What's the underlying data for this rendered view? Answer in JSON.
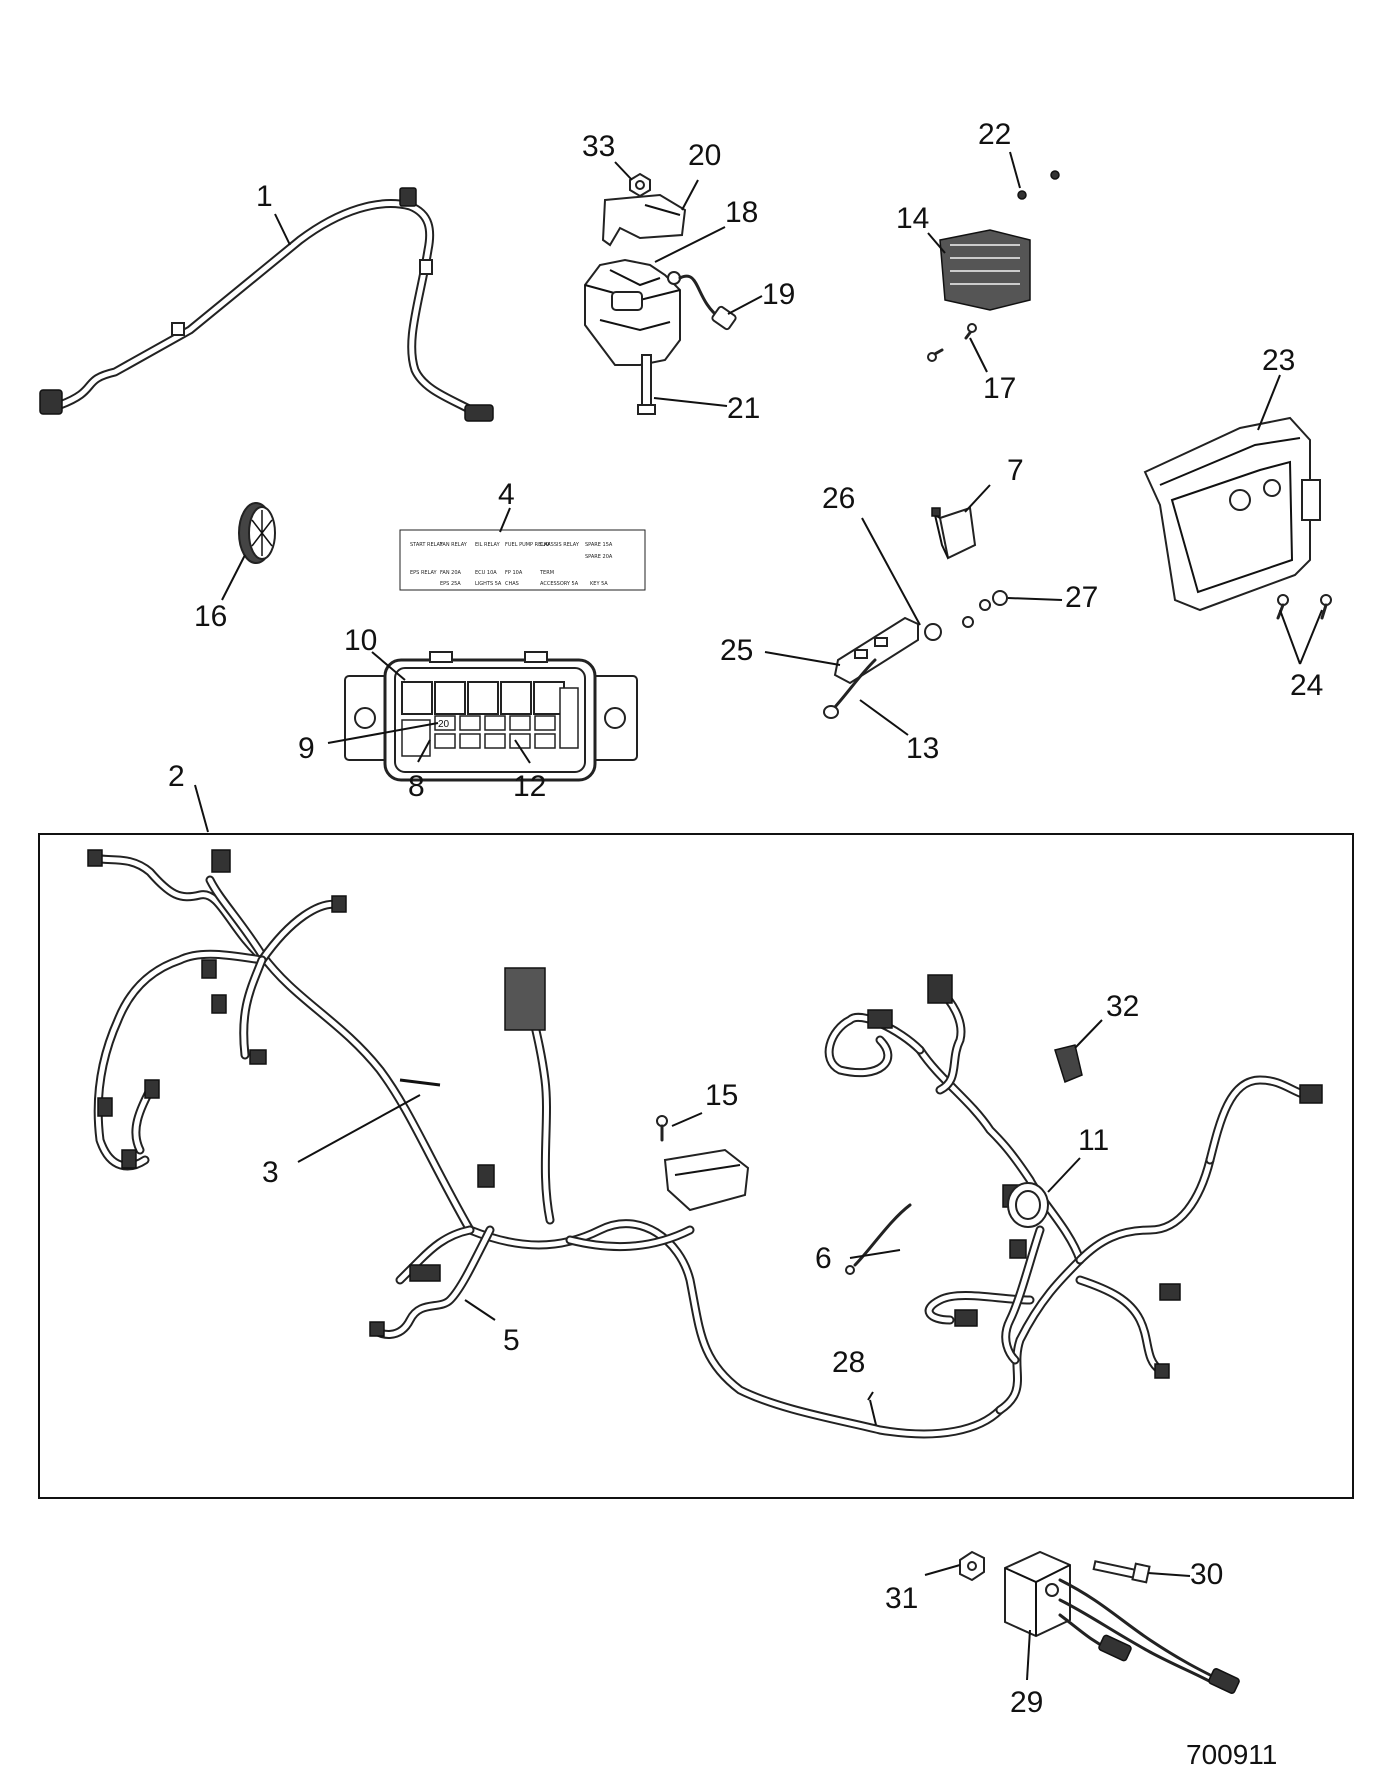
{
  "callouts": {
    "c1": "1",
    "c2": "2",
    "c3": "3",
    "c4": "4",
    "c5": "5",
    "c6": "6",
    "c7": "7",
    "c8": "8",
    "c9": "9",
    "c10": "10",
    "c11": "11",
    "c12": "12",
    "c13": "13",
    "c14": "14",
    "c15": "15",
    "c16": "16",
    "c17": "17",
    "c18": "18",
    "c19": "19",
    "c20": "20",
    "c21": "21",
    "c22": "22",
    "c23": "23",
    "c24": "24",
    "c25": "25",
    "c26": "26",
    "c27": "27",
    "c28": "28",
    "c29": "29",
    "c30": "30",
    "c31": "31",
    "c32": "32",
    "c33": "33"
  },
  "figure_number": "700911",
  "fuse_box_slot_label": "20",
  "decal_labels": {
    "start_relay": "START RELAY",
    "fan_relay": "FAN RELAY",
    "eil_relay": "EIL RELAY",
    "fuel_pump_relay": "FUEL PUMP RELAY",
    "chassis_relay": "CHASSIS RELAY",
    "spare_15a": "SPARE 15A",
    "spare_20a": "SPARE 20A",
    "eps_relay": "EPS RELAY",
    "fan_20a": "FAN 20A",
    "ecu_10a": "ECU 10A",
    "fuel_pump_10a": "FP 10A",
    "term": "TERM",
    "eps_25a": "EPS 25A",
    "lights_5a": "LIGHTS 5A",
    "chas": "CHAS",
    "accessory_5a": "ACCESSORY 5A",
    "key": "KEY 5A"
  }
}
